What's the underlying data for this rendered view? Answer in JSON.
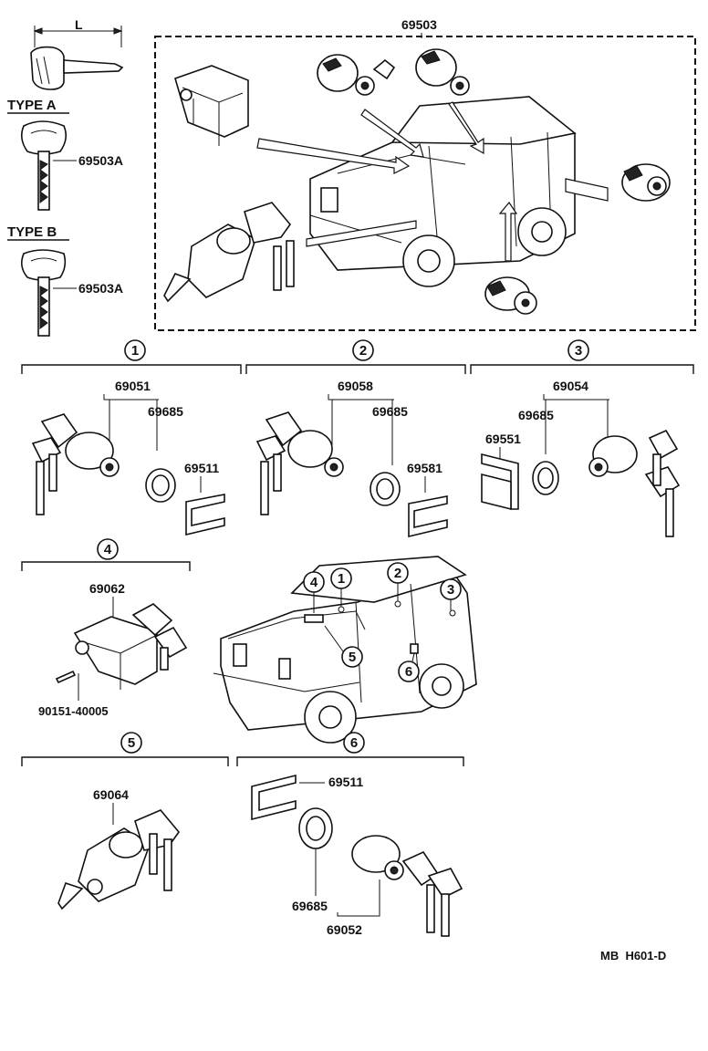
{
  "labels": {
    "l_dim": "L",
    "type_a": "TYPE A",
    "type_b": "TYPE B",
    "key_a_part": "69503A",
    "key_b_part": "69503A",
    "set_part": "69503"
  },
  "groups": [
    {
      "num": "1",
      "main": "69051",
      "ring": "69685",
      "clip": "69511"
    },
    {
      "num": "2",
      "main": "69058",
      "ring": "69685",
      "clip": "69581"
    },
    {
      "num": "3",
      "main": "69054",
      "ring": "69685",
      "clip": "69551"
    }
  ],
  "group4": {
    "num": "4",
    "main": "69062",
    "screw": "90151-40005"
  },
  "group5": {
    "num": "5",
    "main": "69064"
  },
  "group6": {
    "num": "6",
    "clip": "69511",
    "ring": "69685",
    "main": "69052"
  },
  "vehicle_callouts": [
    "4",
    "1",
    "2",
    "3",
    "5",
    "6"
  ],
  "footer_code": "MB  H601-D"
}
